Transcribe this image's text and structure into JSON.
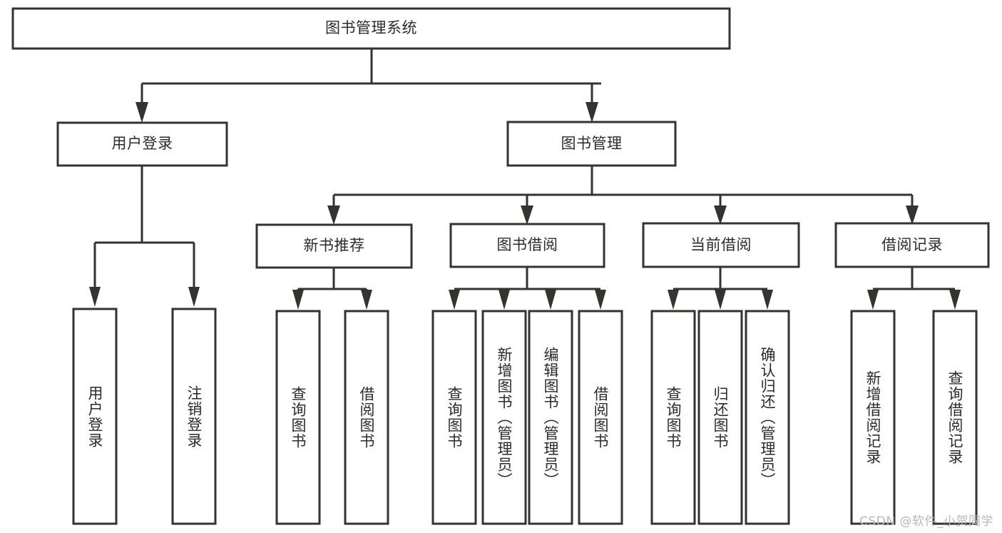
{
  "diagram": {
    "type": "tree",
    "title": "图书管理系统",
    "watermark": "CSDN @软件_小贺同学",
    "colors": {
      "stroke": "#33332f",
      "fill": "#ffffff",
      "text": "#2b2b2b",
      "watermark": "#b9b9b9",
      "background": "#ffffff"
    },
    "nodes": {
      "root": {
        "label": "图书管理系统",
        "orientation": "horizontal"
      },
      "level2": [
        {
          "label": "用户登录",
          "orientation": "horizontal"
        },
        {
          "label": "图书管理",
          "orientation": "horizontal"
        }
      ],
      "level3": [
        {
          "label": "新书推荐",
          "orientation": "horizontal"
        },
        {
          "label": "图书借阅",
          "orientation": "horizontal"
        },
        {
          "label": "当前借阅",
          "orientation": "horizontal"
        },
        {
          "label": "借阅记录",
          "orientation": "horizontal"
        }
      ],
      "leaves": {
        "user_login": [
          {
            "label": "用户登录",
            "orientation": "vertical"
          },
          {
            "label": "注销登录",
            "orientation": "vertical"
          }
        ],
        "new_book_recommend": [
          {
            "label": "查询图书",
            "orientation": "vertical"
          },
          {
            "label": "借阅图书",
            "orientation": "vertical"
          }
        ],
        "book_borrow": [
          {
            "label": "查询图书",
            "orientation": "vertical"
          },
          {
            "label": "新增图书（管理员）",
            "orientation": "vertical"
          },
          {
            "label": "编辑图书（管理员）",
            "orientation": "vertical"
          },
          {
            "label": "借阅图书",
            "orientation": "vertical"
          }
        ],
        "current_borrow": [
          {
            "label": "查询图书",
            "orientation": "vertical"
          },
          {
            "label": "归还图书",
            "orientation": "vertical"
          },
          {
            "label": "确认归还（管理员）",
            "orientation": "vertical"
          }
        ],
        "borrow_record": [
          {
            "label": "新增借阅记录",
            "orientation": "vertical"
          },
          {
            "label": "查询借阅记录",
            "orientation": "vertical"
          }
        ]
      }
    },
    "edges": [
      {
        "from": "图书管理系统",
        "to": "用户登录"
      },
      {
        "from": "图书管理系统",
        "to": "图书管理"
      },
      {
        "from": "图书管理",
        "to": "新书推荐"
      },
      {
        "from": "图书管理",
        "to": "图书借阅"
      },
      {
        "from": "图书管理",
        "to": "当前借阅"
      },
      {
        "from": "图书管理",
        "to": "借阅记录"
      },
      {
        "from": "用户登录",
        "to": "用户登录"
      },
      {
        "from": "用户登录",
        "to": "注销登录"
      },
      {
        "from": "新书推荐",
        "to": "查询图书"
      },
      {
        "from": "新书推荐",
        "to": "借阅图书"
      },
      {
        "from": "图书借阅",
        "to": "查询图书"
      },
      {
        "from": "图书借阅",
        "to": "新增图书（管理员）"
      },
      {
        "from": "图书借阅",
        "to": "编辑图书（管理员）"
      },
      {
        "from": "图书借阅",
        "to": "借阅图书"
      },
      {
        "from": "当前借阅",
        "to": "查询图书"
      },
      {
        "from": "当前借阅",
        "to": "归还图书"
      },
      {
        "from": "当前借阅",
        "to": "确认归还（管理员）"
      },
      {
        "from": "借阅记录",
        "to": "新增借阅记录"
      },
      {
        "from": "借阅记录",
        "to": "查询借阅记录"
      }
    ]
  }
}
